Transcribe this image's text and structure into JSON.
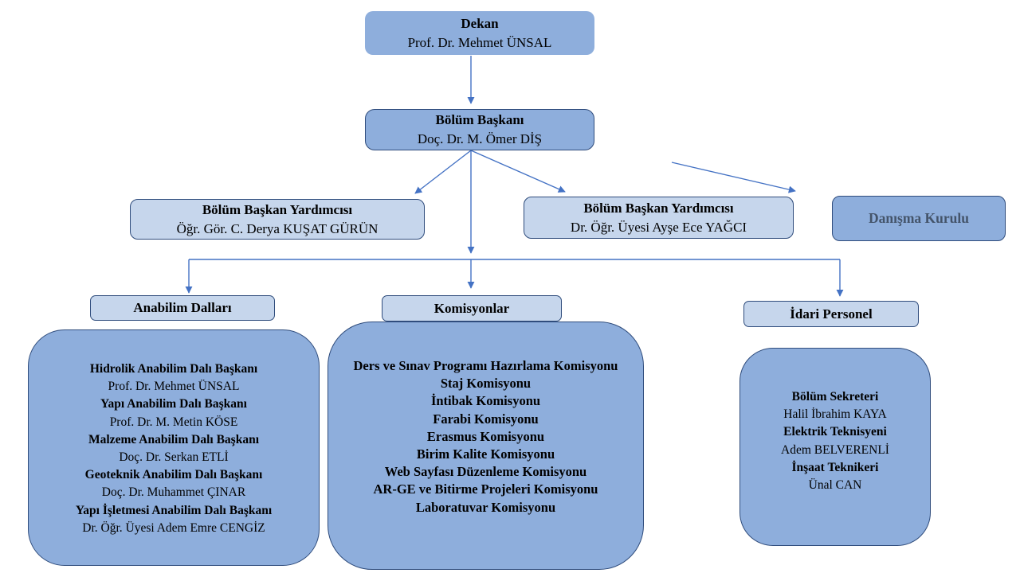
{
  "colors": {
    "box_fill_medium": "#8EAEDC",
    "box_fill_light": "#C6D6EC",
    "box_border": "#2F4C7C",
    "connector": "#4472C4",
    "text_dark": "#000000",
    "text_muted": "#44546A"
  },
  "org": {
    "dekan": {
      "title": "Dekan",
      "name": "Prof. Dr. Mehmet ÜNSAL"
    },
    "bolum_baskani": {
      "title": "Bölüm Başkanı",
      "name": "Doç. Dr. M. Ömer DİŞ"
    },
    "yardimci_1": {
      "title": "Bölüm Başkan Yardımcısı",
      "name": "Öğr. Gör. C. Derya KUŞAT GÜRÜN"
    },
    "yardimci_2": {
      "title": "Bölüm Başkan Yardımcısı",
      "name": "Dr. Öğr. Üyesi Ayşe Ece YAĞCI"
    },
    "danisma_kurulu": {
      "title": "Danışma Kurulu"
    },
    "sections": {
      "anabilim": {
        "header": "Anabilim Dalları",
        "members": [
          {
            "role": "Hidrolik Anabilim Dalı Başkanı",
            "name": "Prof. Dr. Mehmet ÜNSAL"
          },
          {
            "role": "Yapı Anabilim Dalı Başkanı",
            "name": "Prof. Dr. M. Metin KÖSE"
          },
          {
            "role": "Malzeme Anabilim Dalı Başkanı",
            "name": "Doç. Dr. Serkan ETLİ"
          },
          {
            "role": "Geoteknik Anabilim Dalı Başkanı",
            "name": "Doç. Dr. Muhammet ÇINAR"
          },
          {
            "role": "Yapı İşletmesi Anabilim Dalı Başkanı",
            "name": "Dr. Öğr. Üyesi Adem Emre CENGİZ"
          }
        ]
      },
      "komisyonlar": {
        "header": "Komisyonlar",
        "items": [
          "Ders ve Sınav Programı Hazırlama Komisyonu",
          "Staj Komisyonu",
          "İntibak Komisyonu",
          "Farabi Komisyonu",
          "Erasmus Komisyonu",
          "Birim Kalite Komisyonu",
          "Web Sayfası Düzenleme Komisyonu",
          "AR-GE ve Bitirme Projeleri Komisyonu",
          "Laboratuvar Komisyonu"
        ]
      },
      "idari": {
        "header": "İdari Personel",
        "members": [
          {
            "role": "Bölüm Sekreteri",
            "name": "Halil İbrahim KAYA"
          },
          {
            "role": "Elektrik Teknisyeni",
            "name": "Adem BELVERENLİ"
          },
          {
            "role": "İnşaat Teknikeri",
            "name": "Ünal CAN"
          }
        ]
      }
    }
  }
}
